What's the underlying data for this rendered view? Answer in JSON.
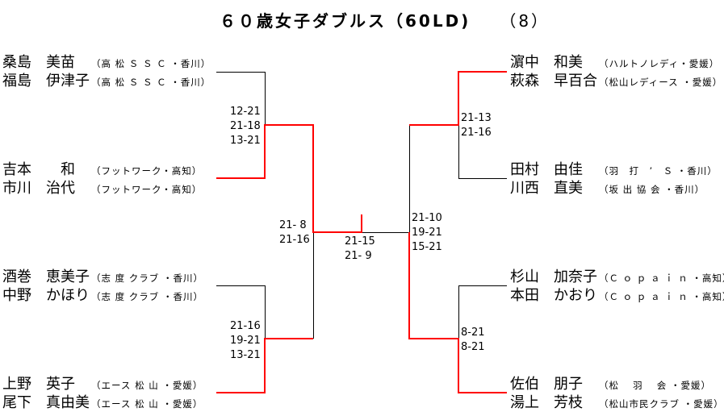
{
  "title": "６０歳女子ダブルス（60LD)",
  "draw_size": "（8）",
  "left": [
    {
      "players": [
        {
          "name": "桑島　美苗",
          "affil": "（高 松 Ｓ Ｓ Ｃ ・香川）"
        },
        {
          "name": "福島　伊津子",
          "affil": "（高 松 Ｓ Ｓ Ｃ ・香川）"
        }
      ]
    },
    {
      "players": [
        {
          "name": "吉本　　和",
          "affil": "（フットワーク・高知）"
        },
        {
          "name": "市川　治代",
          "affil": "（フットワーク・高知）"
        }
      ]
    },
    {
      "players": [
        {
          "name": "酒巻　恵美子",
          "affil": "（志 度 クラブ ・香川）"
        },
        {
          "name": "中野　かほり",
          "affil": "（志 度 クラブ ・香川）"
        }
      ]
    },
    {
      "players": [
        {
          "name": "上野　英子",
          "affil": "（エース 松 山 ・愛媛）"
        },
        {
          "name": "尾下　真由美",
          "affil": "（エース 松 山 ・愛媛）"
        }
      ]
    }
  ],
  "right": [
    {
      "players": [
        {
          "name": "濵中　和美",
          "affil": "（ハルトノレディ・愛媛）"
        },
        {
          "name": "萩森　早百合",
          "affil": "（松山レディース ・愛媛）"
        }
      ]
    },
    {
      "players": [
        {
          "name": "田村　由佳",
          "affil": "（羽　打　’　Ｓ ・香川）"
        },
        {
          "name": "川西　直美",
          "affil": "（坂 出 協 会 ・香川）"
        }
      ]
    },
    {
      "players": [
        {
          "name": "杉山　加奈子",
          "affil": "（Ｃ ｏ ｐ ａ ｉ ｎ ・高知）"
        },
        {
          "name": "本田　かおり",
          "affil": "（Ｃ ｏ ｐ ａ ｉ ｎ ・高知）"
        }
      ]
    },
    {
      "players": [
        {
          "name": "佐伯　朋子",
          "affil": "（松　 羽 　会 ・愛媛）"
        },
        {
          "name": "湯上　芳枝",
          "affil": "（松山市民クラブ ・愛媛）"
        }
      ]
    }
  ],
  "scores": {
    "left_r1_top": "12-21\n21-18\n13-21",
    "left_r1_bottom": "21-16\n19-21\n13-21",
    "left_semi": "21- 8\n21-16",
    "final": "21-15\n21- 9",
    "right_semi": "21-10\n19-21\n15-21",
    "right_r1_top": "21-13\n21-16",
    "right_r1_bottom": "8-21\n8-21"
  },
  "colors": {
    "winner_line": "#ff0000",
    "line": "#000000"
  }
}
